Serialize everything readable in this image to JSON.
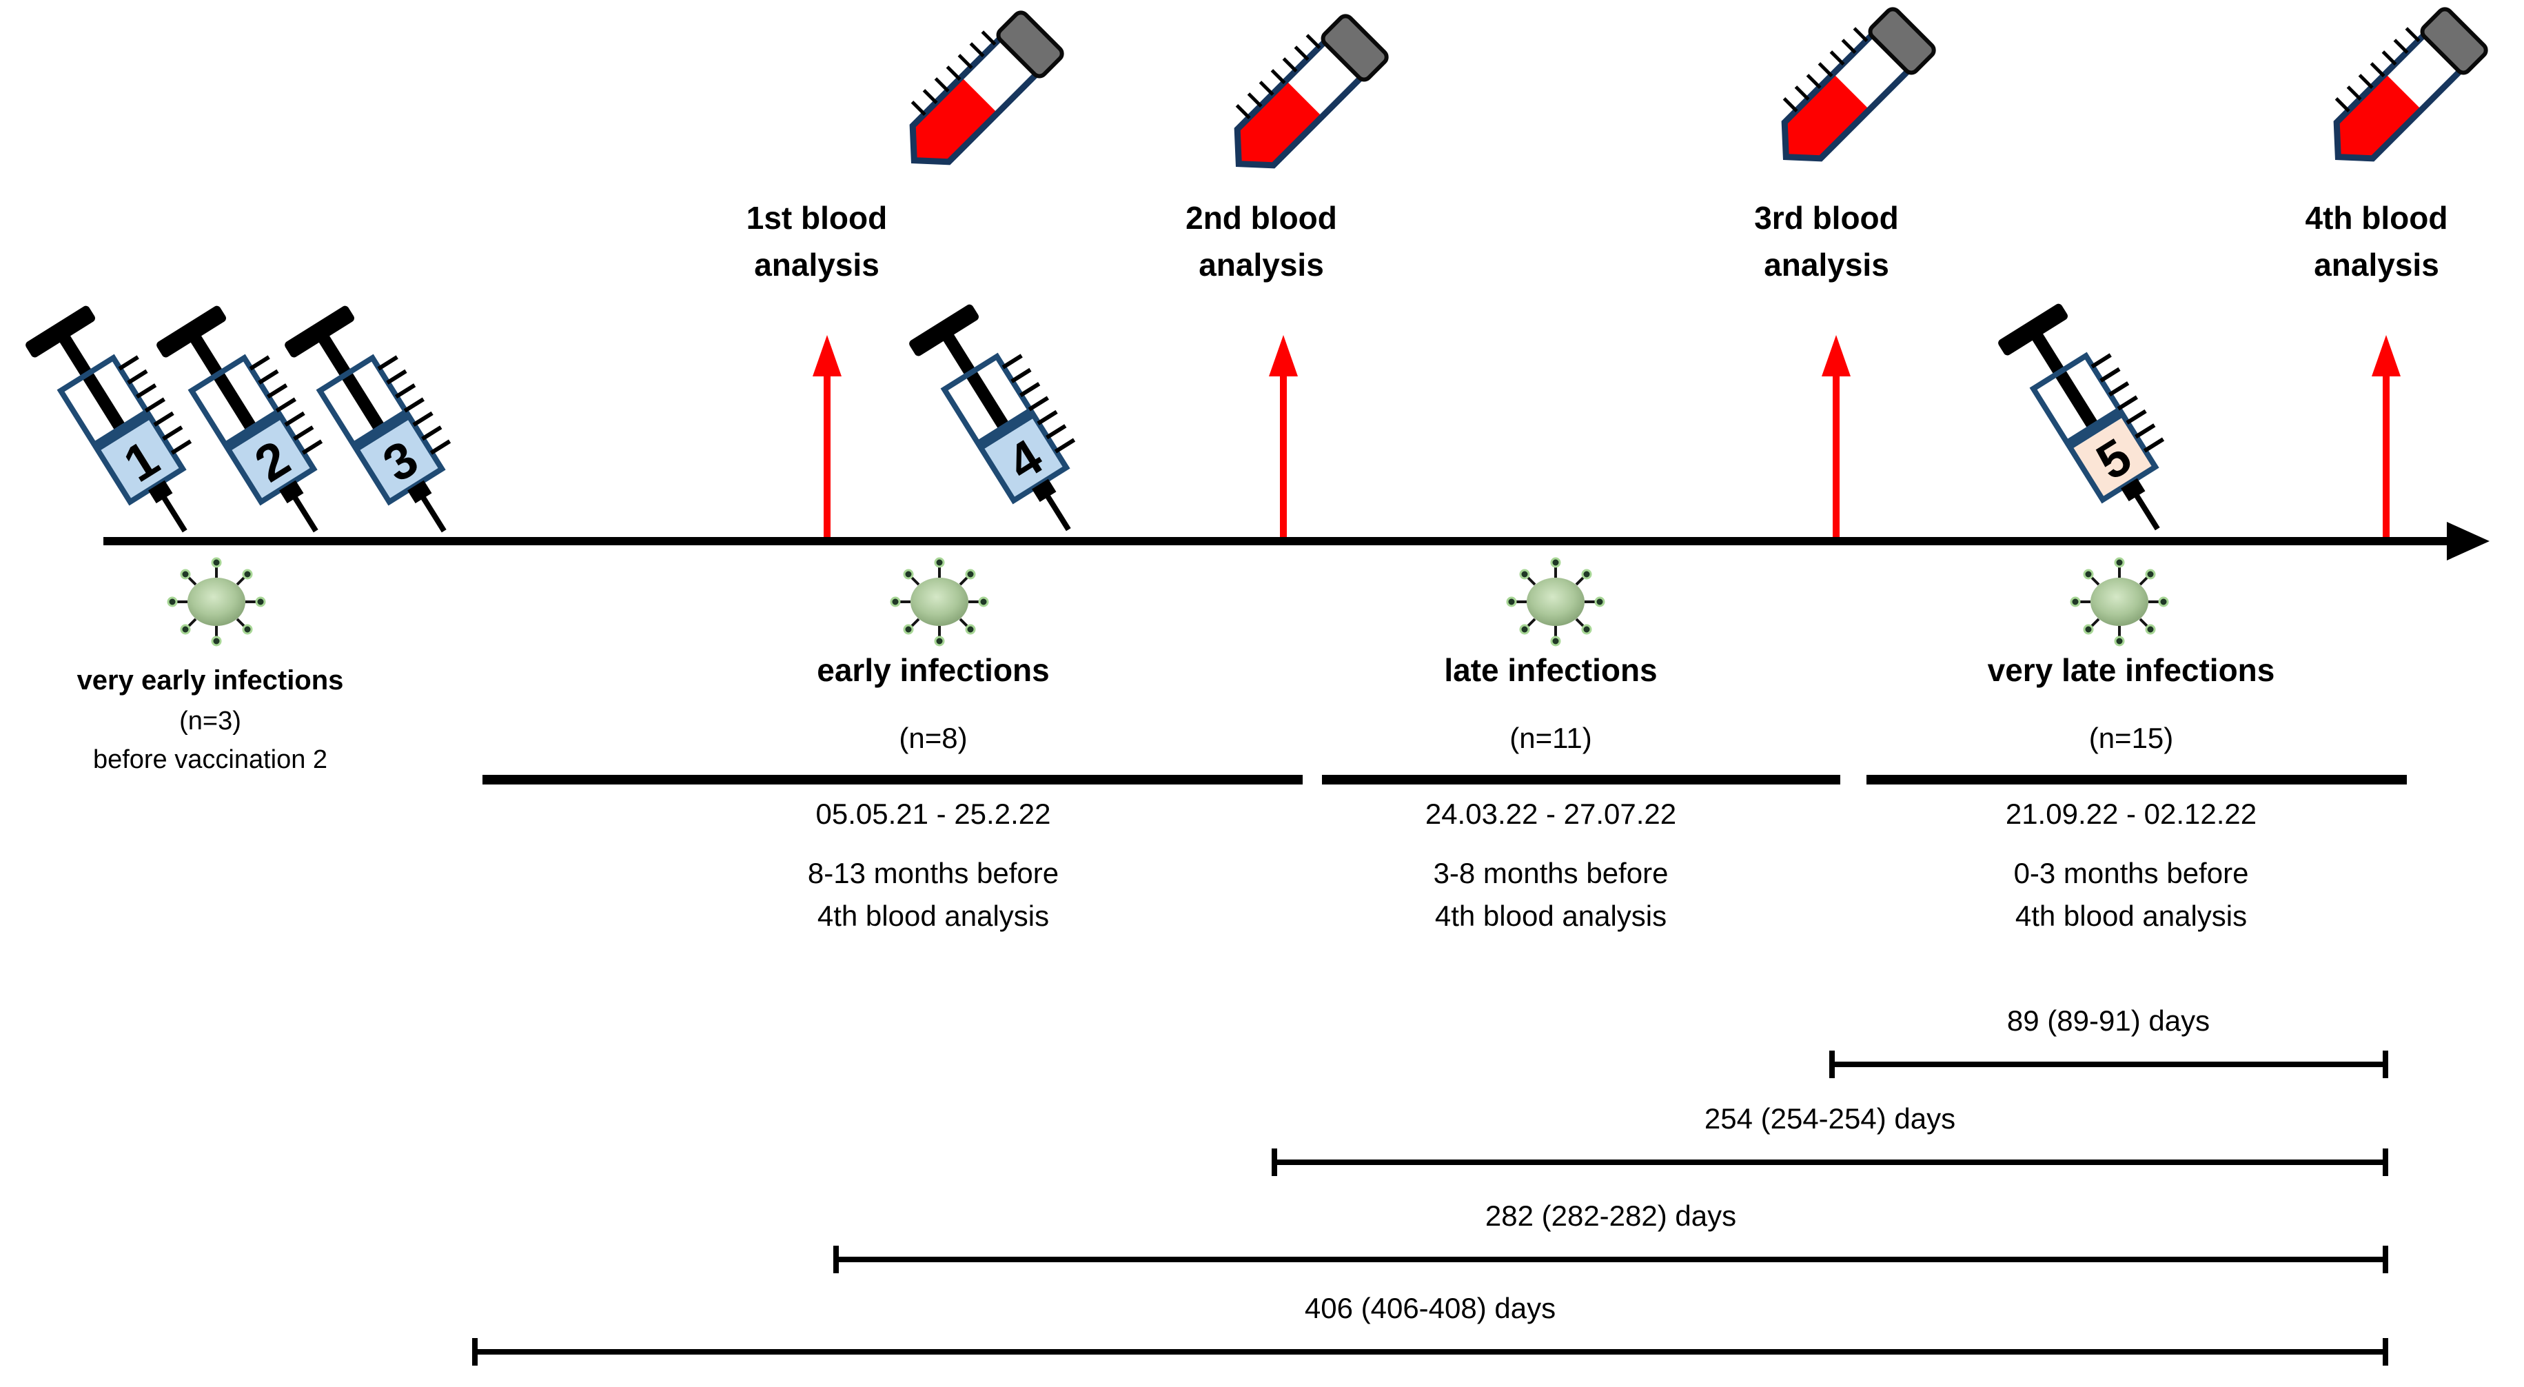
{
  "figure": {
    "description": "Timeline of 5 vaccinations, SARS-CoV-2 infection periods and 4 blood analyses",
    "blood_analyses": [
      {
        "line1": "1st blood",
        "line2": "analysis"
      },
      {
        "line1": "2nd blood",
        "line2": "analysis"
      },
      {
        "line1": "3rd blood",
        "line2": "analysis"
      },
      {
        "line1": "4th blood",
        "line2": "analysis"
      }
    ],
    "vaccination_numbers": [
      "1",
      "2",
      "3",
      "4",
      "5"
    ],
    "very_early_group": {
      "name": "very early infections",
      "n": "(n=3)",
      "note": "before vaccination 2"
    },
    "groups": [
      {
        "name": "early infections",
        "n": "(n=8)",
        "dates": "05.05.21 - 25.2.22",
        "before1": "8-13 months before",
        "before2": "4th blood analysis"
      },
      {
        "name": "late infections",
        "n": "(n=11)",
        "dates": "24.03.22 - 27.07.22",
        "before1": "3-8 months before",
        "before2": "4th blood analysis"
      },
      {
        "name": "very late infections",
        "n": "(n=15)",
        "dates": "21.09.22 - 02.12.22",
        "before1": "0-3 months before",
        "before2": "4th blood analysis"
      }
    ],
    "duration_bars": [
      {
        "label": "89 (89-91) days"
      },
      {
        "label": "254 (254-254) days"
      },
      {
        "label": "282 (282-282) days"
      },
      {
        "label": "406 (406-408) days"
      }
    ],
    "colors": {
      "red": "#fe0000",
      "syringe_navy": "#1f4a73",
      "tube_navy": "#17365d",
      "syringe_blue": "#bdd7ee",
      "syringe_peach": "#fbe5d6",
      "cap_gray": "#6f6f6f",
      "virus_green": "#abc79a",
      "line_black": "#000000"
    }
  }
}
